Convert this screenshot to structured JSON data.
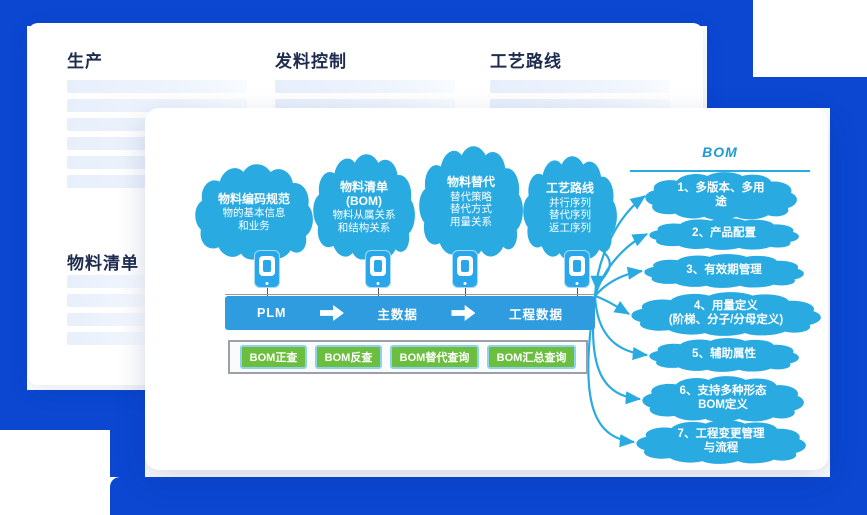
{
  "colors": {
    "deep_blue": "#0b47d1",
    "sky_blue": "#29abe2",
    "bar_blue": "#2f9ce0",
    "button_green": "#6cbe3f",
    "heading_navy": "#1d2c4f"
  },
  "back_card": {
    "sections": [
      {
        "title": "生产",
        "rows": 6
      },
      {
        "title": "发料控制",
        "rows": 6
      },
      {
        "title": "工艺路线",
        "rows": 6
      },
      {
        "title": "物料清单",
        "rows": 4
      }
    ]
  },
  "diagram": {
    "top_clouds": [
      {
        "title_lines": [
          "物料编码规范"
        ],
        "body_lines": [
          "物的基本信息",
          "和业务"
        ]
      },
      {
        "title_lines": [
          "物料清单",
          "(BOM)"
        ],
        "body_lines": [
          "物料从属关系",
          "和结构关系"
        ]
      },
      {
        "title_lines": [
          "物料替代"
        ],
        "body_lines": [
          "替代策略",
          "替代方式",
          "用量关系"
        ]
      },
      {
        "title_lines": [
          "工艺路线"
        ],
        "body_lines": [
          "并行序列",
          "替代序列",
          "返工序列"
        ]
      }
    ],
    "flow": {
      "steps": [
        "PLM",
        "主数据",
        "工程数据"
      ]
    },
    "query_buttons": [
      "BOM正查",
      "BOM反查",
      "BOM替代查询",
      "BOM汇总查询"
    ],
    "bom_panel": {
      "title": "BOM",
      "items": [
        {
          "lines": [
            "1、多版本、多用",
            "途"
          ]
        },
        {
          "lines": [
            "2、产品配置"
          ]
        },
        {
          "lines": [
            "3、有效期管理"
          ]
        },
        {
          "lines": [
            "4、用量定义",
            "(阶梯、分子/分母定义)"
          ]
        },
        {
          "lines": [
            "5、辅助属性"
          ]
        },
        {
          "lines": [
            "6、支持多种形态",
            "BOM定义"
          ]
        },
        {
          "lines": [
            "7、工程变更管理",
            "与流程"
          ]
        }
      ]
    }
  }
}
